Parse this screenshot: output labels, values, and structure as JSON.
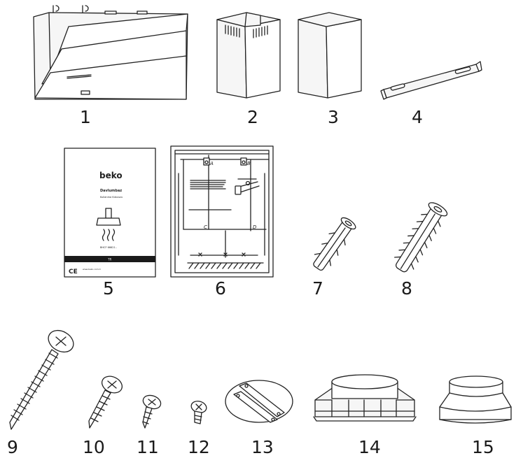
{
  "parts": [
    {
      "id": "hood",
      "number": "1"
    },
    {
      "id": "chimney-upper",
      "number": "2"
    },
    {
      "id": "chimney-lower",
      "number": "3"
    },
    {
      "id": "mounting-bracket",
      "number": "4"
    },
    {
      "id": "user-manual",
      "number": "5"
    },
    {
      "id": "installation-template",
      "number": "6"
    },
    {
      "id": "wall-plug-small",
      "number": "7"
    },
    {
      "id": "wall-plug-large",
      "number": "8"
    },
    {
      "id": "screw-long",
      "number": "9"
    },
    {
      "id": "screw-medium",
      "number": "10"
    },
    {
      "id": "screw-short",
      "number": "11"
    },
    {
      "id": "screw-tiny",
      "number": "12"
    },
    {
      "id": "adapter-plate",
      "number": "13"
    },
    {
      "id": "duct-flange",
      "number": "14"
    },
    {
      "id": "reducer-ring",
      "number": "15"
    }
  ],
  "manual": {
    "brand": "beko",
    "title": "Davlumbaz",
    "subtitle": "Kullanma Kılavuzu",
    "model": "BHCF 66621..",
    "band_text": "TR",
    "ce_mark": "CE",
    "footer": "www.beko.com.tr"
  },
  "template": {
    "marks": [
      "A",
      "B",
      "C",
      "D"
    ]
  },
  "icons": {
    "manual_pictogram": "cooker-hood-icon"
  }
}
